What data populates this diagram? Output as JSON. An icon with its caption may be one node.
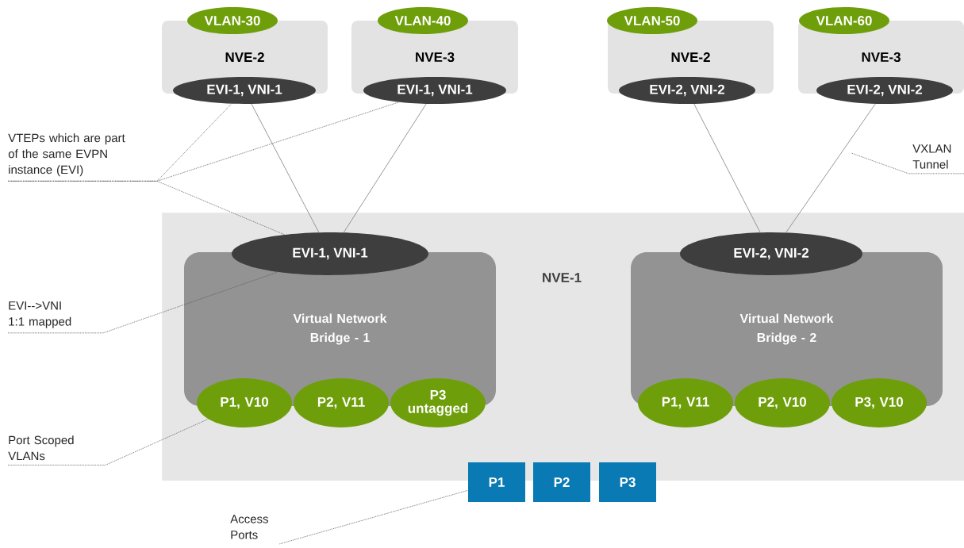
{
  "diagram": {
    "nodes": [
      {
        "text": [
          "NVE-2"
        ]
      },
      {
        "text": [
          "VLAN-30"
        ]
      },
      {
        "text": [
          "EVI-1, VNI-1"
        ]
      },
      {
        "text": [
          "NVE-3"
        ]
      },
      {
        "text": [
          "VLAN-40"
        ]
      },
      {
        "text": [
          "EVI-1, VNI-1"
        ]
      },
      {
        "text": [
          "NVE-2"
        ]
      },
      {
        "text": [
          "VLAN-50"
        ]
      },
      {
        "text": [
          "EVI-2, VNI-2"
        ]
      },
      {
        "text": [
          "NVE-3"
        ]
      },
      {
        "text": [
          "VLAN-60"
        ]
      },
      {
        "text": [
          "EVI-2, VNI-2"
        ]
      },
      {
        "text": [
          "NVE-1"
        ]
      },
      {
        "text": [
          "Virtual Network Bridge - 1"
        ],
        "in": 12
      },
      {
        "text": [
          "EVI-1, VNI-1"
        ],
        "in": 12
      },
      {
        "text": [
          "P1, V10"
        ],
        "in": 12
      },
      {
        "text": [
          "P2, V11"
        ],
        "in": 12
      },
      {
        "text": [
          "P3 untagged"
        ],
        "in": 12
      },
      {
        "text": [
          "Virtual Network Bridge - 2"
        ],
        "in": 12
      },
      {
        "text": [
          "EVI-2, VNI-2"
        ],
        "in": 12
      },
      {
        "text": [
          "P1, V11"
        ],
        "in": 12
      },
      {
        "text": [
          "P2, V10"
        ],
        "in": 12
      },
      {
        "text": [
          "P3, V10"
        ],
        "in": 12
      },
      {
        "text": [
          "P1"
        ]
      },
      {
        "text": [
          "P2"
        ]
      },
      {
        "text": [
          "P3"
        ]
      },
      {
        "text": [
          "VTEPs which are part of the same EVPN instance (EVI)"
        ]
      },
      {
        "text": [
          "EVI-->VNI 1:1 mapped"
        ]
      },
      {
        "text": [
          "Port Scoped VLANs"
        ]
      },
      {
        "text": [
          "Access Ports"
        ]
      },
      {
        "text": [
          "VXLAN Tunnel"
        ]
      }
    ],
    "edges": [
      {
        "from": 2,
        "to": 14,
        "arrow": "none"
      },
      {
        "from": 5,
        "to": 14,
        "arrow": "none"
      },
      {
        "from": 8,
        "to": 19,
        "arrow": "none"
      },
      {
        "from": 11,
        "to": 19,
        "arrow": "none"
      },
      {
        "from": 26,
        "to": 2,
        "arrow": "none",
        "style": "dashed"
      },
      {
        "from": 26,
        "to": 5,
        "arrow": "none",
        "style": "dashed"
      },
      {
        "from": 26,
        "to": 14,
        "arrow": "none",
        "style": "dashed"
      },
      {
        "from": 27,
        "to": 14,
        "arrow": "none",
        "style": "dashed"
      },
      {
        "from": 28,
        "to": 15,
        "arrow": "none",
        "style": "dashed"
      },
      {
        "from": 29,
        "to": 23,
        "arrow": "none",
        "style": "dashed"
      },
      {
        "from": 30,
        "to": null,
        "arrow": "none",
        "style": "dashed"
      }
    ]
  }
}
